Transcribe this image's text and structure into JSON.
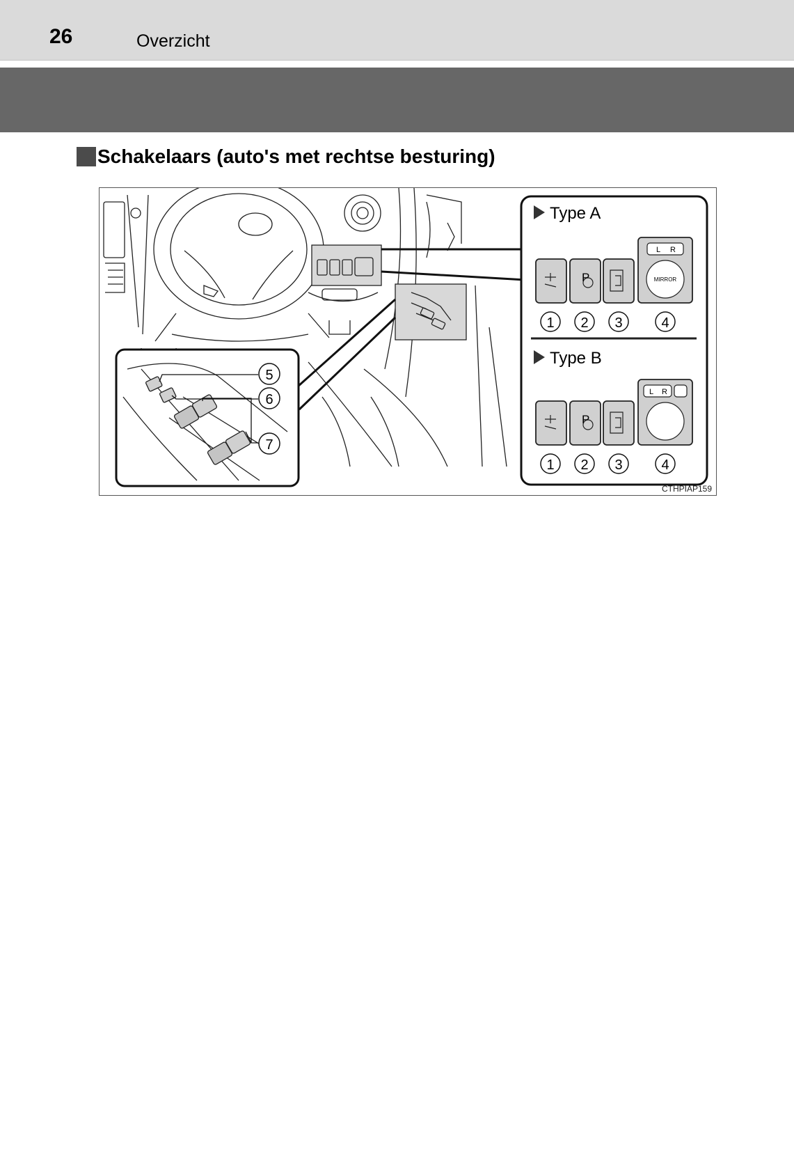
{
  "header": {
    "page_number": "26",
    "section": "Overzicht"
  },
  "heading": "Schakelaars (auto's met rechtse besturing)",
  "figure": {
    "type_a_label": "Type A",
    "type_b_label": "Type B",
    "callouts_right": [
      "1",
      "2",
      "3",
      "4"
    ],
    "callouts_left": [
      "5",
      "6",
      "7"
    ],
    "mirror_button_text": "MIRROR",
    "mirror_selector_l": "L",
    "mirror_selector_r": "R",
    "park_symbol": "P",
    "figure_code": "CTHPIAP159"
  },
  "colors": {
    "header_bg": "#dadada",
    "band_bg": "#676767",
    "switch_fill": "#d0d0d0"
  }
}
